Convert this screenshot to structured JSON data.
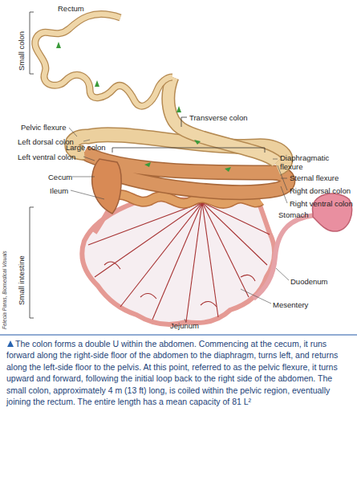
{
  "diagram": {
    "caption": "The colon forms a double U within the abdomen. Commencing at the cecum, it runs forward along the right-side floor of the abdomen to the diaphragm, turns left, and returns along the left-side floor to the pelvis. At this point, referred to as the pelvic flexure, it turns upward and forward, following the initial loop back to the right side of the abdomen. The small colon, approximately 4 m (13 ft) long, is coiled within the pelvic region, eventually joining the rectum. The entire length has a mean capacity of 81 L²",
    "labels": [
      "Rectum",
      "Small colon",
      "Transverse colon",
      "Large colon",
      "Diaphragmatic flexure",
      "Pelvic flexure",
      "Left dorsal colon",
      "Sternal flexure",
      "Left ventral colon",
      "Right dorsal colon",
      "Right ventral colon",
      "Cecum",
      "Ileum",
      "Stomach",
      "Small intestine",
      "Duodenum",
      "Mesentery",
      "Felecia Paras, Biomedical Visuals",
      "Jejunum"
    ]
  }
}
